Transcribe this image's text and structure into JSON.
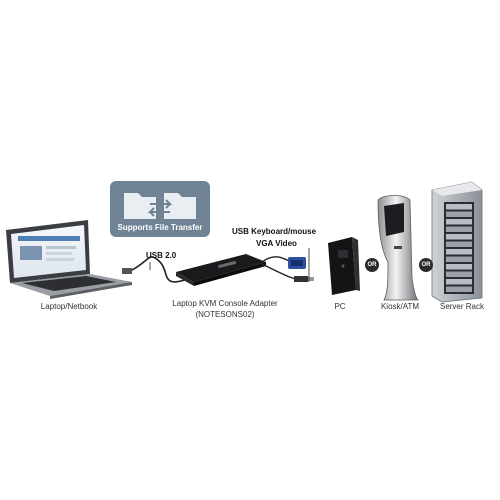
{
  "badge": {
    "label": "Supports File Transfer",
    "icon": "file-transfer-icon",
    "color": "#6f8395"
  },
  "connections": {
    "usb_label": "USB 2.0",
    "keyboard_mouse_label": "USB Keyboard/mouse",
    "video_label": "VGA Video"
  },
  "devices": {
    "laptop": {
      "label": "Laptop/Netbook"
    },
    "adapter": {
      "line1": "Laptop KVM Console Adapter",
      "line2": "(NOTESONS02)"
    },
    "pc": {
      "label": "PC"
    },
    "kiosk": {
      "label": "Kiosk/ATM"
    },
    "server": {
      "label": "Server Rack"
    }
  },
  "or_label": "OR"
}
